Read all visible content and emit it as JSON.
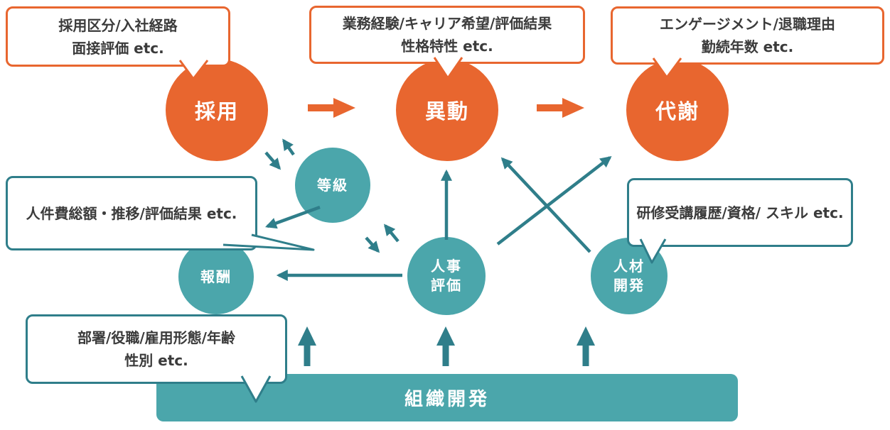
{
  "colors": {
    "accent_orange": "#E8662F",
    "accent_teal": "#4BA6AB",
    "dark_teal_arrows_borders": "#2F7E8A",
    "text_dark": "#3B3B3B",
    "background": "#FFFFFF"
  },
  "cycle_nodes": {
    "recruitment": "採用",
    "transfer": "異動",
    "attrition": "代謝"
  },
  "hr_nodes": {
    "grade": "等級",
    "compensation": "報酬",
    "evaluation": {
      "line1": "人事",
      "line2": "評価"
    },
    "development": {
      "line1": "人材",
      "line2": "開発"
    }
  },
  "bubbles": {
    "recruitment": {
      "line1": "採用区分/入社経路",
      "line2": "面接評価 etc."
    },
    "transfer": {
      "line1": "業務経験/キャリア希望/評価結果",
      "line2": "性格特性 etc."
    },
    "attrition": {
      "line1": "エンゲージメント/退職理由",
      "line2": "勤続年数 etc."
    },
    "compensation": {
      "line1": "人件費総額・推移/評価結果 etc."
    },
    "development": {
      "line1": "研修受講履歴/資格/ スキル etc."
    },
    "organization": {
      "line1": "部署/役職/雇用形態/年齢",
      "line2": "性別 etc."
    }
  },
  "banner": {
    "label": "組織開発"
  }
}
